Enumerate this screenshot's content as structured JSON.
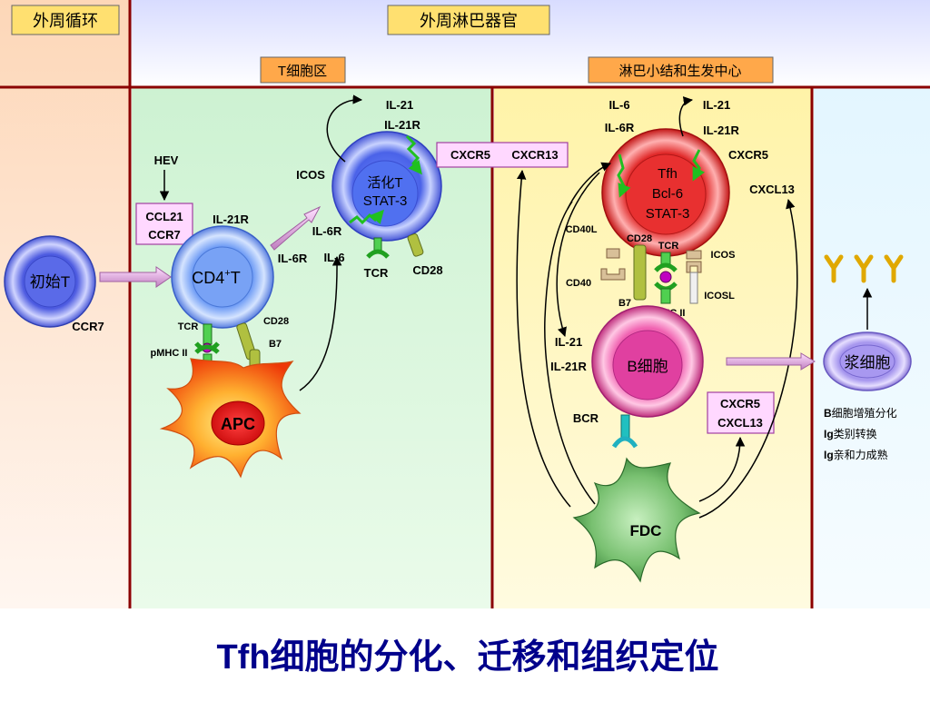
{
  "header": {
    "peripheral_circulation": "外周循环",
    "peripheral_lymphoid": "外周淋巴器官",
    "t_zone": "T细胞区",
    "follicle_gc": "淋巴小结和生发中心"
  },
  "cells": {
    "naive_t": "初始T",
    "cd4_t": "CD4",
    "cd4_sup": "+",
    "cd4_t_suffix": "T",
    "activated_t_line1": "活化T",
    "activated_t_line2": "STAT-3",
    "tfh_line1": "Tfh",
    "tfh_line2": "Bcl-6",
    "tfh_line3": "STAT-3",
    "b_cell": "B细胞",
    "plasma_cell": "浆细胞",
    "apc": "APC",
    "fdc": "FDC"
  },
  "labels": {
    "ccr7_naive": "CCR7",
    "hev": "HEV",
    "ccl21": "CCL21",
    "ccr7_box": "CCR7",
    "il21r_cd4": "IL-21R",
    "tcr_apc": "TCR",
    "pmhc_apc": "pMHC II",
    "cd28_apc": "CD28",
    "b7_apc": "B7",
    "il21_top": "IL-21",
    "il21r_top": "IL-21R",
    "icos_act": "ICOS",
    "il6r_act": "IL-6R",
    "il6r_left": "IL-6R",
    "il6_left": "IL-6",
    "tcr_act": "TCR",
    "cd28_act": "CD28",
    "cxcr5": "CXCR5",
    "cxcr13": "CXCR13",
    "il6_tfh": "IL-6",
    "il6r_tfh": "IL-6R",
    "il21_tfh": "IL-21",
    "il21r_tfh": "IL-21R",
    "cxcr5_tfh": "CXCR5",
    "cxcl13_tfh": "CXCL13",
    "cd40l": "CD40L",
    "cd28_tfh": "CD28",
    "tcr_tfh": "TCR",
    "icos_tfh": "ICOS",
    "cd40": "CD40",
    "b7_b": "B7",
    "pmhc_b": "pMHC II",
    "icosl": "ICOSL",
    "il21_b": "IL-21",
    "il21r_b": "IL-21R",
    "bcr": "BCR",
    "cxcr5_b": "CXCR5",
    "cxcl13_b": "CXCL13",
    "outcome1_bold": "B",
    "outcome1_rest": "细胞增殖分化",
    "outcome2_bold": "Ig",
    "outcome2_rest": "类别转换",
    "outcome3_bold": "Ig",
    "outcome3_rest": "亲和力成熟"
  },
  "title": {
    "prefix": "Tfh",
    "rest": "细胞的分化、迁移和组织定位"
  },
  "colors": {
    "title": "#00008b",
    "naive_t": "#4f5fe0",
    "activated_t": "#4f6ff0",
    "tfh": "#d82020",
    "b_cell": "#d0308c",
    "plasma": "#9a8ce0",
    "apc": "#f05010",
    "fdc": "#3a8a3a",
    "t_zone_bg": "#d8f5dc",
    "follicle_bg": "#fff8c0",
    "circ_bg": "#fde0c8"
  }
}
